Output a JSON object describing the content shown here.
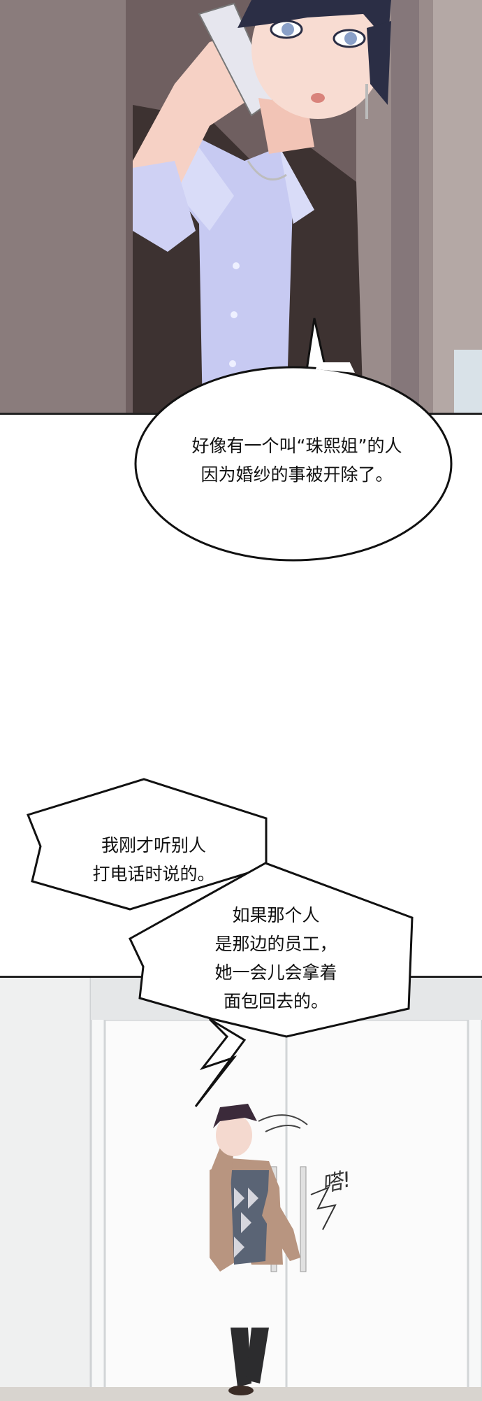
{
  "bubbles": {
    "top": {
      "line1": "好像有一个叫“珠熙姐”的人",
      "line2": "因为婚纱的事被开除了。"
    },
    "middle": {
      "line1": "我刚才听别人",
      "line2": "打电话时说的。"
    },
    "lower": {
      "line1": "如果那个人",
      "line2": "是那边的员工，",
      "line3": "她一会儿会拿着",
      "line4": "面包回去的。"
    }
  },
  "sfx": {
    "door_sound": "嗒!"
  }
}
